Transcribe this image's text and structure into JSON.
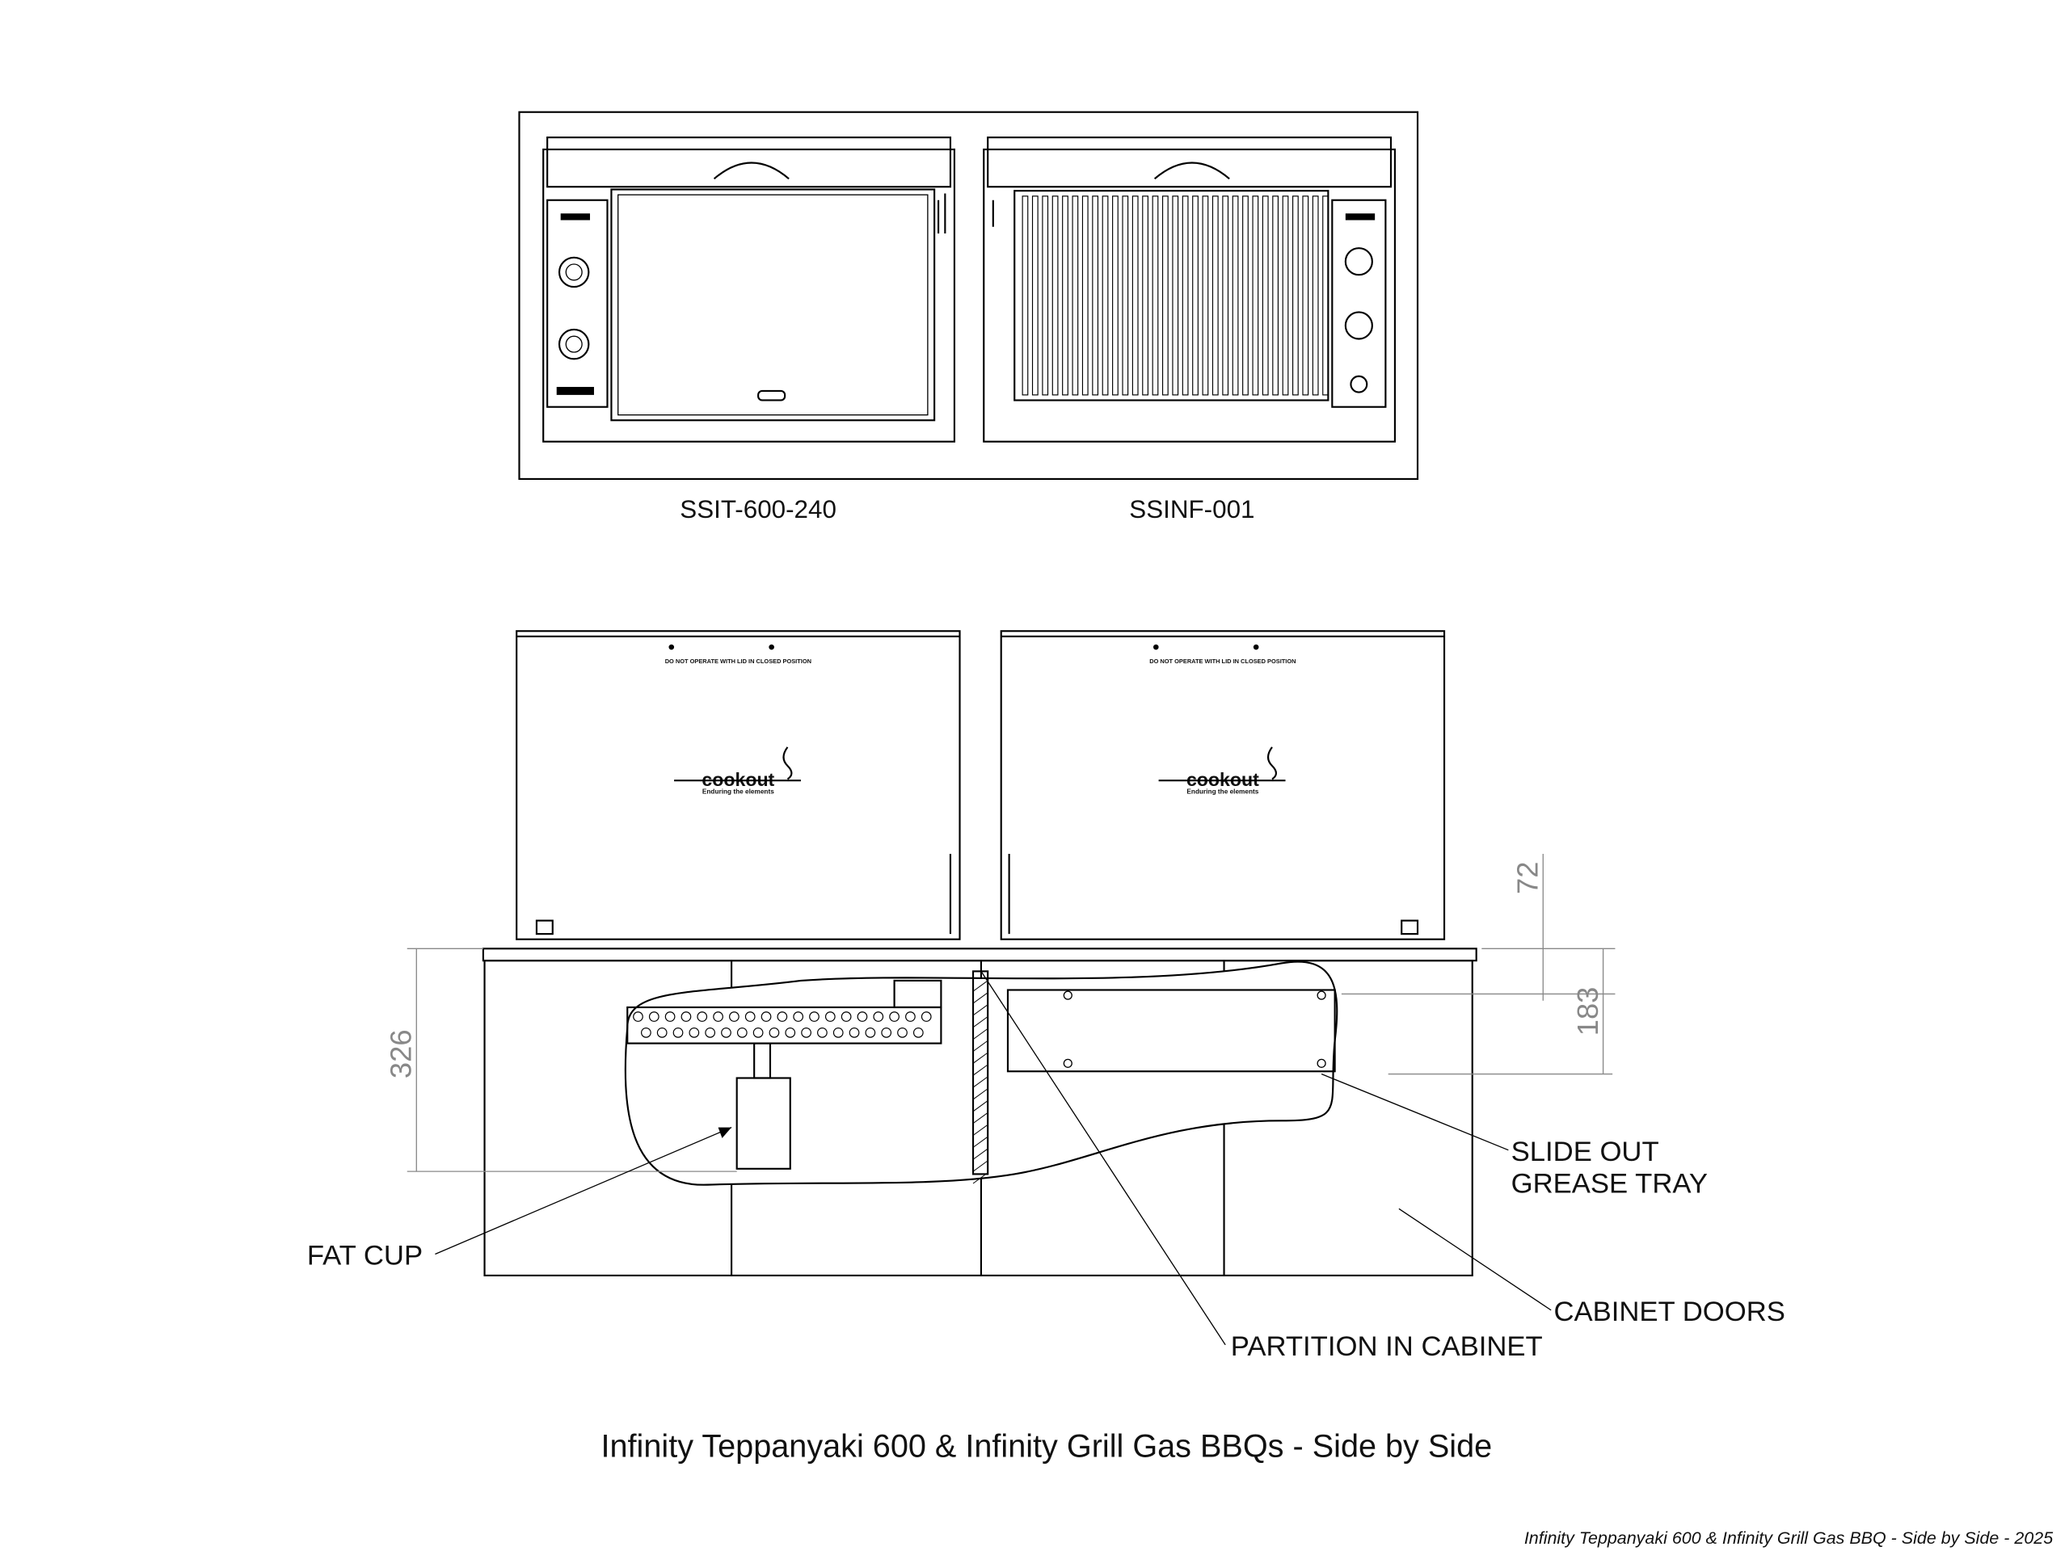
{
  "top_view": {
    "left_model": "SSIT-600-240",
    "right_model": "SSINF-001"
  },
  "front_view": {
    "lid_warning": "DO NOT OPERATE WITH LID IN CLOSED POSITION",
    "logo_text": "cookout",
    "logo_tagline": "Enduring the elements",
    "dimensions": {
      "cabinet_depth": "326",
      "lid_offset": "72",
      "tray_height": "183"
    },
    "callouts": {
      "fat_cup": "FAT CUP",
      "slide_out_line1": "SLIDE OUT",
      "slide_out_line2": "GREASE TRAY",
      "cabinet_doors": "CABINET DOORS",
      "partition": "PARTITION IN CABINET"
    }
  },
  "title": "Infinity Teppanyaki 600 & Infinity Grill Gas BBQs - Side by Side",
  "footer": "Infinity Teppanyaki 600 & Infinity Grill Gas BBQ - Side by Side -  2025"
}
